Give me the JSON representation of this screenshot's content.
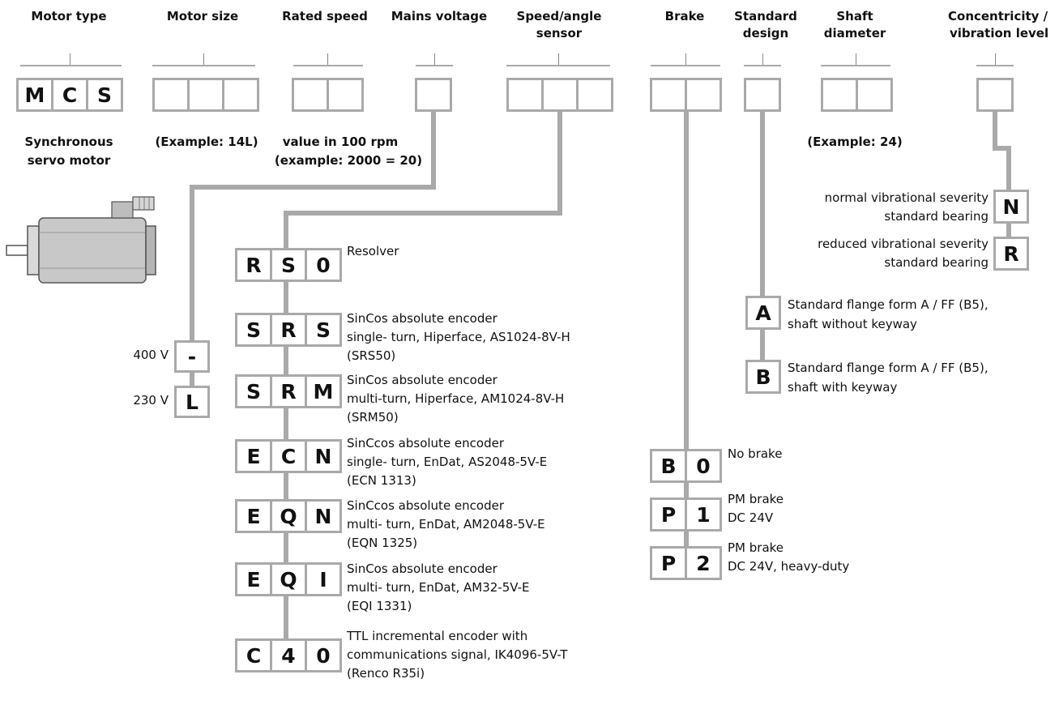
{
  "headers": {
    "motor_type": "Motor type",
    "motor_size": "Motor size",
    "rated_speed": "Rated speed",
    "mains_voltage": "Mains voltage",
    "sensor_line1": "Speed/angle",
    "sensor_line2": "sensor",
    "brake": "Brake",
    "standard_line1": "Standard",
    "standard_line2": "design",
    "shaft_line1": "Shaft",
    "shaft_line2": "diameter",
    "conc_line1": "Concentricity /",
    "conc_line2": "vibration level"
  },
  "motor_type": {
    "letters": [
      "M",
      "C",
      "S"
    ],
    "desc_line1": "Synchronous",
    "desc_line2": "servo motor"
  },
  "motor_size": {
    "example": "(Example: 14L)"
  },
  "rated_speed": {
    "line1": "value in 100 rpm",
    "line2": "(example: 2000 = 20)"
  },
  "mains_voltage": {
    "options": [
      {
        "code": "-",
        "label": "400 V"
      },
      {
        "code": "L",
        "label": "230 V"
      }
    ]
  },
  "sensors": [
    {
      "codes": [
        "R",
        "S",
        "0"
      ],
      "lines": [
        "Resolver"
      ]
    },
    {
      "codes": [
        "S",
        "R",
        "S"
      ],
      "lines": [
        "SinCos absolute encoder",
        "single- turn, Hiperface, AS1024-8V-H",
        "(SRS50)"
      ]
    },
    {
      "codes": [
        "S",
        "R",
        "M"
      ],
      "lines": [
        "SinCos absolute encoder",
        "multi-turn, Hiperface, AM1024-8V-H",
        "(SRM50)"
      ]
    },
    {
      "codes": [
        "E",
        "C",
        "N"
      ],
      "lines": [
        "SinCcos absolute encoder",
        "single- turn, EnDat, AS2048-5V-E",
        "(ECN 1313)"
      ]
    },
    {
      "codes": [
        "E",
        "Q",
        "N"
      ],
      "lines": [
        "SinCcos absolute encoder",
        "multi- turn, EnDat, AM2048-5V-E",
        "(EQN 1325)"
      ]
    },
    {
      "codes": [
        "E",
        "Q",
        "I"
      ],
      "lines": [
        "SinCos absolute encoder",
        "multi- turn, EnDat, AM32-5V-E",
        "(EQI 1331)"
      ]
    },
    {
      "codes": [
        "C",
        "4",
        "0"
      ],
      "lines": [
        "TTL incremental encoder with",
        "communications signal, IK4096-5V-T",
        "(Renco R35i)"
      ]
    }
  ],
  "brakes": [
    {
      "codes": [
        "B",
        "0"
      ],
      "lines": [
        "No brake"
      ]
    },
    {
      "codes": [
        "P",
        "1"
      ],
      "lines": [
        "PM brake",
        "DC 24V"
      ]
    },
    {
      "codes": [
        "P",
        "2"
      ],
      "lines": [
        "PM brake",
        "DC 24V, heavy-duty"
      ]
    }
  ],
  "standard_design": [
    {
      "code": "A",
      "lines": [
        "Standard flange form A / FF (B5),",
        "shaft without keyway"
      ]
    },
    {
      "code": "B",
      "lines": [
        "Standard flange form A / FF (B5),",
        "shaft with keyway"
      ]
    }
  ],
  "shaft_diameter": {
    "example": "(Example: 24)"
  },
  "vibration": [
    {
      "code": "N",
      "lines": [
        "normal vibrational severity",
        "standard bearing"
      ]
    },
    {
      "code": "R",
      "lines": [
        "reduced vibrational severity",
        "standard bearing"
      ]
    }
  ]
}
